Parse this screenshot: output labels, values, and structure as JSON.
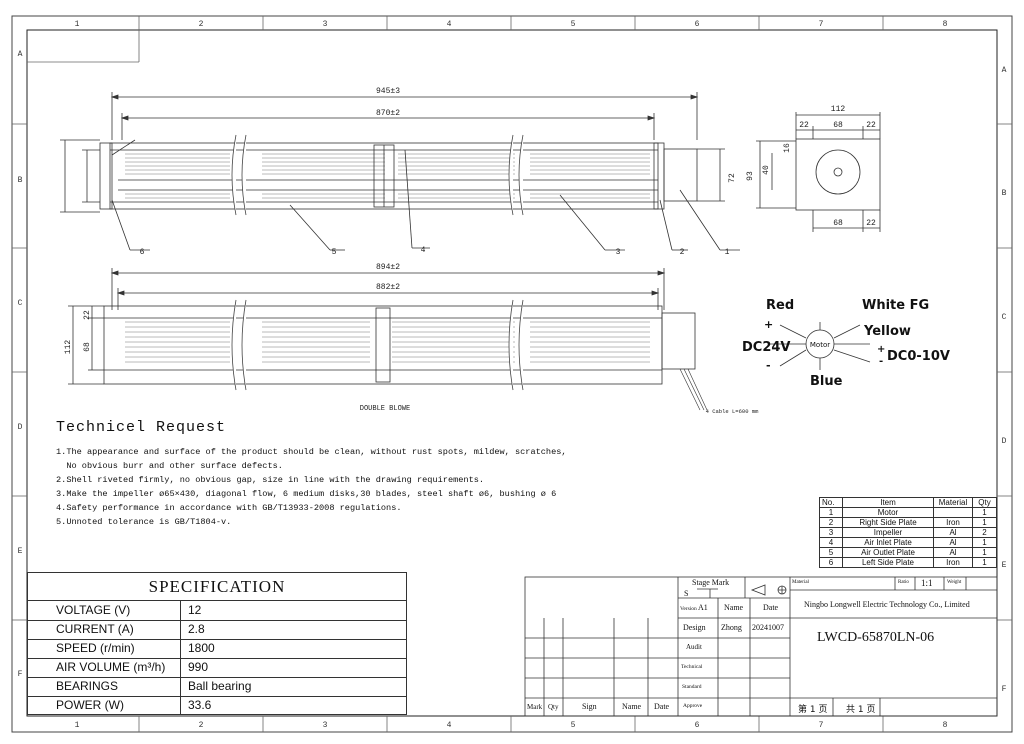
{
  "border": {
    "columns": [
      "1",
      "2",
      "3",
      "4",
      "5",
      "6",
      "7",
      "8"
    ],
    "rows": [
      "A",
      "B",
      "C",
      "D",
      "E",
      "F"
    ]
  },
  "top_view": {
    "dim_overall": "945±3",
    "dim_inner": "870±2",
    "dim_height": "72",
    "dim_small_1": "16",
    "dim_small_2": "40",
    "dim_small_3": "93",
    "callouts": [
      "6",
      "5",
      "4",
      "3",
      "2",
      "1"
    ]
  },
  "end_view": {
    "dim_width": "112",
    "dim_top_segments": [
      "22",
      "68",
      "22"
    ],
    "dim_bottom_segments": [
      "68",
      "22"
    ]
  },
  "front_view": {
    "dim_overall": "894±2",
    "dim_inner": "882±2",
    "dim_side_1": "22",
    "dim_side_2": "68",
    "dim_side_3": "112",
    "label_caption": "DOUBLE BLOWE",
    "cable_note": "4 Cable L=600 mm"
  },
  "wiring": {
    "red": "Red",
    "white": "White FG",
    "yellow": "Yellow",
    "blue": "Blue",
    "supply": "DC24V",
    "control": "DC0-10V",
    "motor": "Motor",
    "plus": "+",
    "minus": "-"
  },
  "technical": {
    "title": "Technicel Request",
    "lines": [
      "1.The appearance and surface of the product should be clean, without rust spots, mildew, scratches,",
      "  No obvious burr and other surface defects.",
      "2.Shell riveted firmly, no obvious gap, size in line with the drawing requirements.",
      "3.Make the impeller ø65×430, diagonal flow, 6 medium disks,30 blades, steel shaft ø6, bushing ø 6",
      "4.Safety performance in accordance with GB/T13933-2008 regulations.",
      "5.Unnoted tolerance is GB/T1804-v."
    ]
  },
  "specification": {
    "title": "SPECIFICATION",
    "rows": [
      {
        "key": "VOLTAGE (V)",
        "value": "12"
      },
      {
        "key": "CURRENT  (A)",
        "value": "2.8"
      },
      {
        "key": "SPEED   (r/min)",
        "value": "1800"
      },
      {
        "key": "AIR VOLUME  (m³/h)",
        "value": "990"
      },
      {
        "key": "BEARINGS",
        "value": "Ball bearing"
      },
      {
        "key": "POWER (W)",
        "value": "33.6"
      }
    ]
  },
  "bom": {
    "headers": [
      "No.",
      "Item",
      "Material",
      "Qty"
    ],
    "rows": [
      [
        "1",
        "Motor",
        "",
        "1"
      ],
      [
        "2",
        "Right Side Plate",
        "Iron",
        "1"
      ],
      [
        "3",
        "Impeller",
        "Al",
        "2"
      ],
      [
        "4",
        "Air Inlet Plate",
        "Al",
        "1"
      ],
      [
        "5",
        "Air Outlet Plate",
        "Al",
        "1"
      ],
      [
        "6",
        "Left Side Plate",
        "Iron",
        "1"
      ]
    ]
  },
  "title_block": {
    "stage_mark": "Stage Mark",
    "stage_s": "S",
    "version": "Version",
    "version_value": "A1",
    "name_hdr": "Name",
    "date_hdr": "Date",
    "design": "Design",
    "design_name": "Zhong",
    "design_date": "20241007",
    "audit": "Audit",
    "technical": "Technical",
    "standard": "Standard",
    "approve": "Approve",
    "material": "Material",
    "ratio": "Ratio",
    "ratio_value": "1:1",
    "weight": "Weight",
    "company": "Ningbo Longwell Electric Technology  Co., Limited",
    "drawing_no": "LWCD-65870LN-06",
    "page": "第 1 页",
    "total": "共 1 页",
    "sign_headers": [
      "Mark",
      "Qty",
      "Sign",
      "Name",
      "Date"
    ]
  }
}
